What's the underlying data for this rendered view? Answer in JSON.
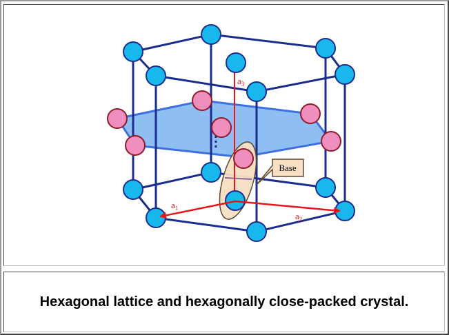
{
  "caption": "Hexagonal lattice and hexagonally close-packed crystal.",
  "labels": {
    "a1": "a",
    "a1_sub": "1",
    "a2": "a",
    "a2_sub": "2",
    "a3": "a",
    "a3_sub": "3",
    "base": "Base"
  },
  "colors": {
    "lattice_atom": "#19b8ec",
    "interior_atom": "#f08fbd",
    "edge": "#1a2c8c",
    "plane": "#6aa8ee",
    "vector": "#e8141b",
    "base_ellipse": "#f6dfc2"
  }
}
